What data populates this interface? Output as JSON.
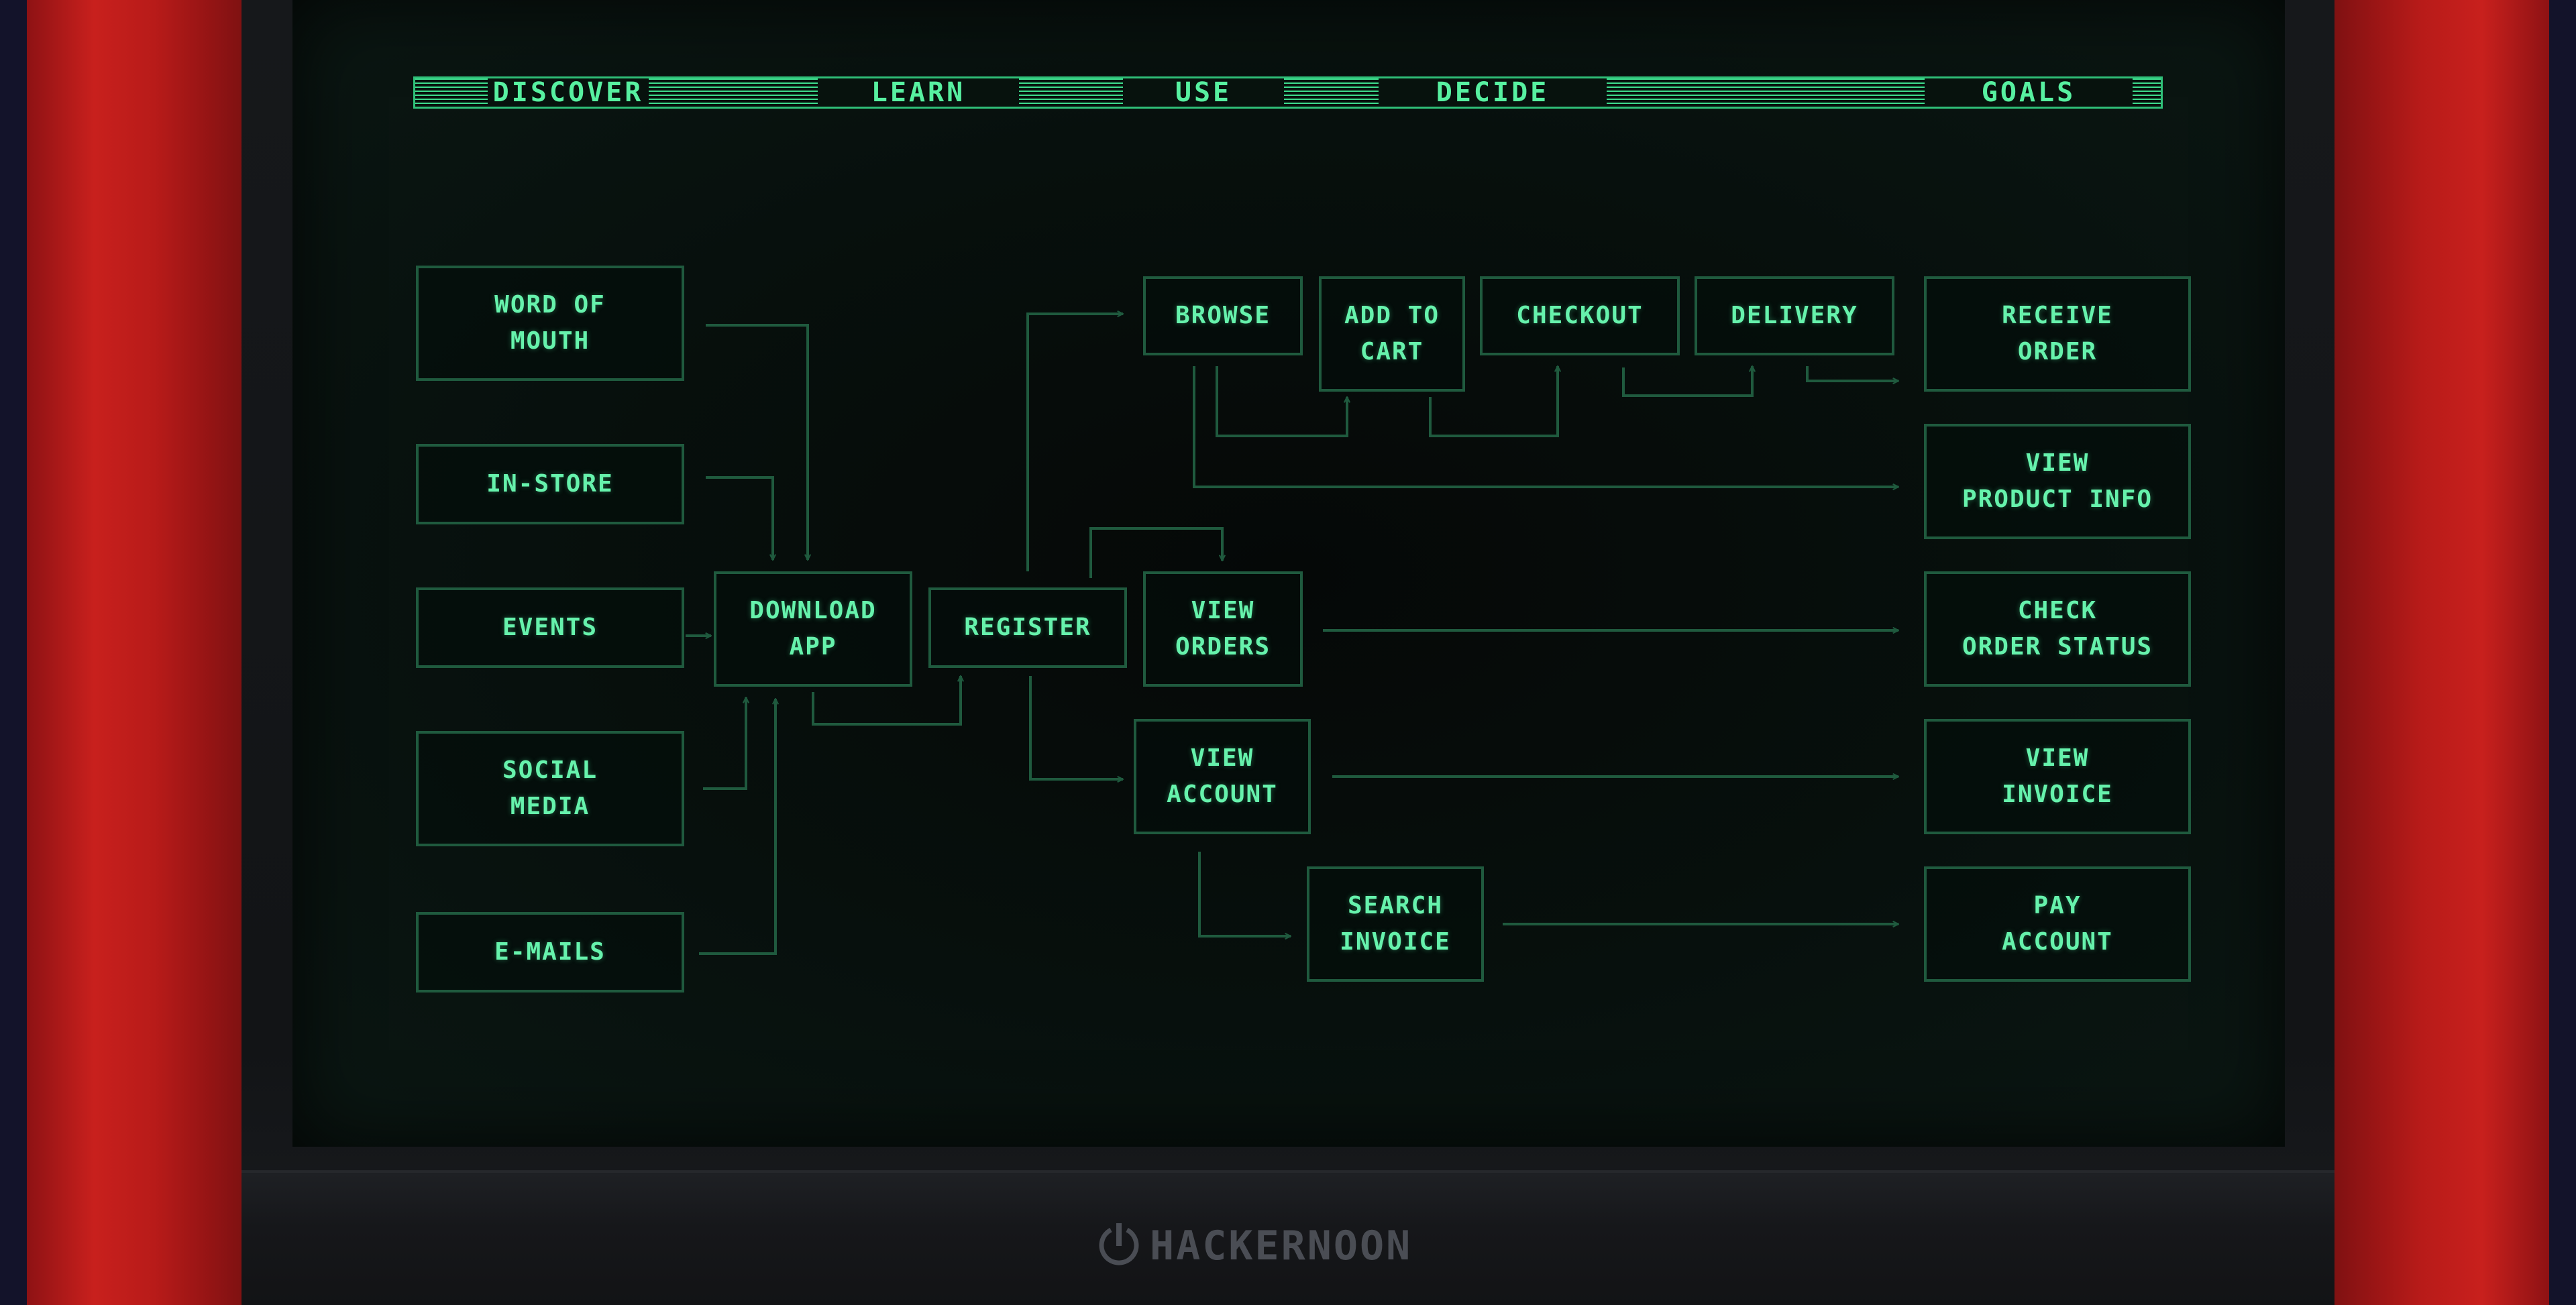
{
  "stages": [
    "DISCOVER",
    "LEARN",
    "USE",
    "DECIDE",
    "GOALS"
  ],
  "nodes": {
    "word_of_mouth": "WORD OF\nMOUTH",
    "in_store": "IN-STORE",
    "events": "EVENTS",
    "social_media": "SOCIAL\nMEDIA",
    "e_mails": "E-MAILS",
    "download_app": "DOWNLOAD\nAPP",
    "register": "REGISTER",
    "browse": "BROWSE",
    "add_to_cart": "ADD TO\nCART",
    "checkout": "CHECKOUT",
    "delivery": "DELIVERY",
    "receive_order": "RECEIVE\nORDER",
    "view_product_info": "VIEW\nPRODUCT INFO",
    "view_orders": "VIEW\nORDERS",
    "check_order_status": "CHECK\nORDER STATUS",
    "view_account": "VIEW\nACCOUNT",
    "view_invoice": "VIEW\nINVOICE",
    "search_invoice": "SEARCH\nINVOICE",
    "pay_account": "PAY\nACCOUNT"
  },
  "brand": {
    "name": "HACKERNOON"
  },
  "colors": {
    "node_text": "#66f2ac",
    "node_border": "#1f5a3e",
    "edge": "#1f5a3e",
    "cabinet_red": "#c8201d"
  }
}
